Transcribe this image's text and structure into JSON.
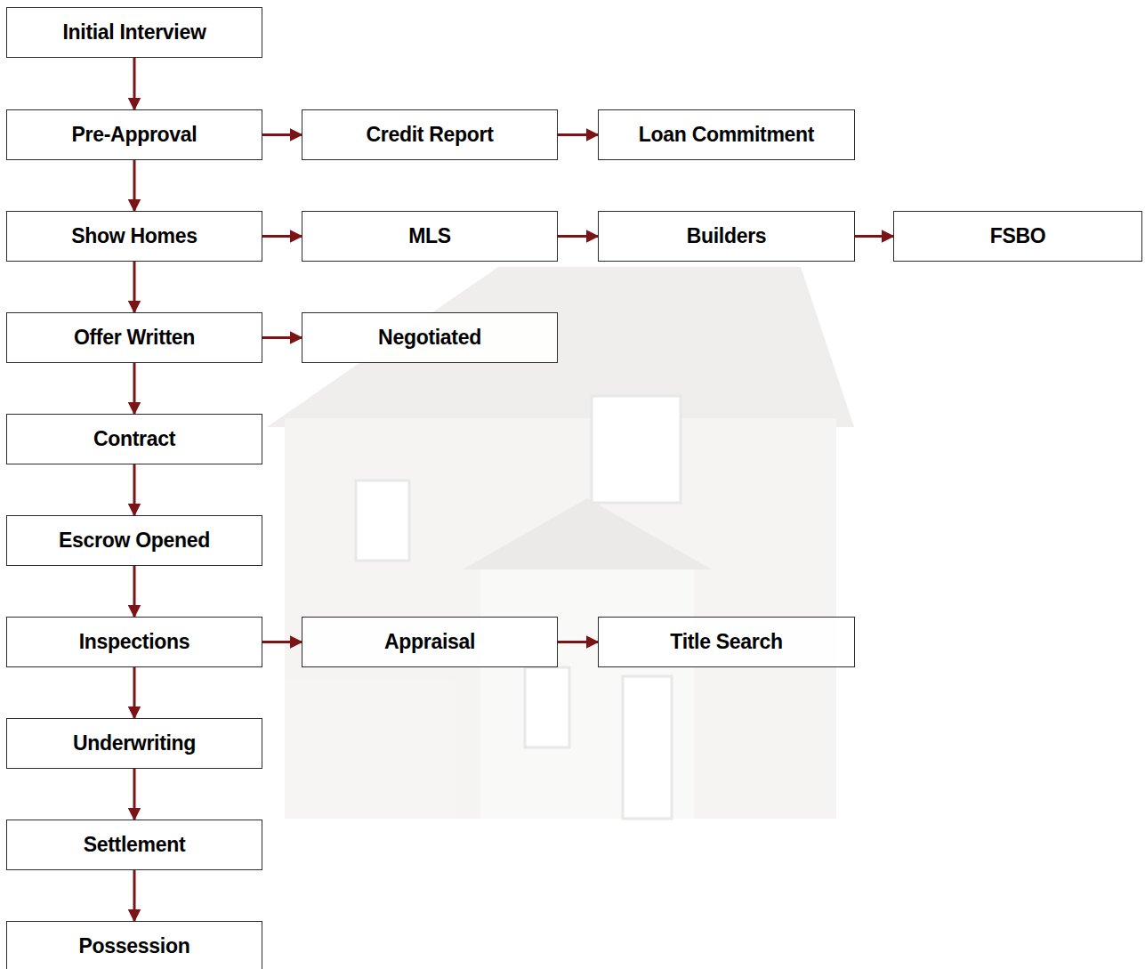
{
  "diagram": {
    "nodes": [
      {
        "text": [
          "Initial Interview"
        ]
      },
      {
        "text": [
          "Pre-Approval"
        ]
      },
      {
        "text": [
          "Credit Report"
        ]
      },
      {
        "text": [
          "Loan Commitment"
        ]
      },
      {
        "text": [
          "Show Homes"
        ]
      },
      {
        "text": [
          "MLS"
        ]
      },
      {
        "text": [
          "Builders"
        ]
      },
      {
        "text": [
          "FSBO"
        ]
      },
      {
        "text": [
          "Offer Written"
        ]
      },
      {
        "text": [
          "Negotiated"
        ]
      },
      {
        "text": [
          "Contract"
        ]
      },
      {
        "text": [
          "Escrow Opened"
        ]
      },
      {
        "text": [
          "Inspections"
        ]
      },
      {
        "text": [
          "Appraisal"
        ]
      },
      {
        "text": [
          "Title Search"
        ]
      },
      {
        "text": [
          "Underwriting"
        ]
      },
      {
        "text": [
          "Settlement"
        ]
      },
      {
        "text": [
          "Possession"
        ]
      }
    ],
    "edges": [
      {
        "from": 0,
        "to": 1,
        "arrow": "to"
      },
      {
        "from": 1,
        "to": 2,
        "arrow": "to"
      },
      {
        "from": 2,
        "to": 3,
        "arrow": "to"
      },
      {
        "from": 1,
        "to": 4,
        "arrow": "to"
      },
      {
        "from": 4,
        "to": 5,
        "arrow": "to"
      },
      {
        "from": 5,
        "to": 6,
        "arrow": "to"
      },
      {
        "from": 6,
        "to": 7,
        "arrow": "to"
      },
      {
        "from": 4,
        "to": 8,
        "arrow": "to"
      },
      {
        "from": 8,
        "to": 9,
        "arrow": "to"
      },
      {
        "from": 8,
        "to": 10,
        "arrow": "to"
      },
      {
        "from": 10,
        "to": 11,
        "arrow": "to"
      },
      {
        "from": 11,
        "to": 12,
        "arrow": "to"
      },
      {
        "from": 12,
        "to": 13,
        "arrow": "to"
      },
      {
        "from": 13,
        "to": 14,
        "arrow": "to"
      },
      {
        "from": 12,
        "to": 15,
        "arrow": "to"
      },
      {
        "from": 15,
        "to": 16,
        "arrow": "to"
      },
      {
        "from": 16,
        "to": 17,
        "arrow": "to"
      }
    ]
  }
}
